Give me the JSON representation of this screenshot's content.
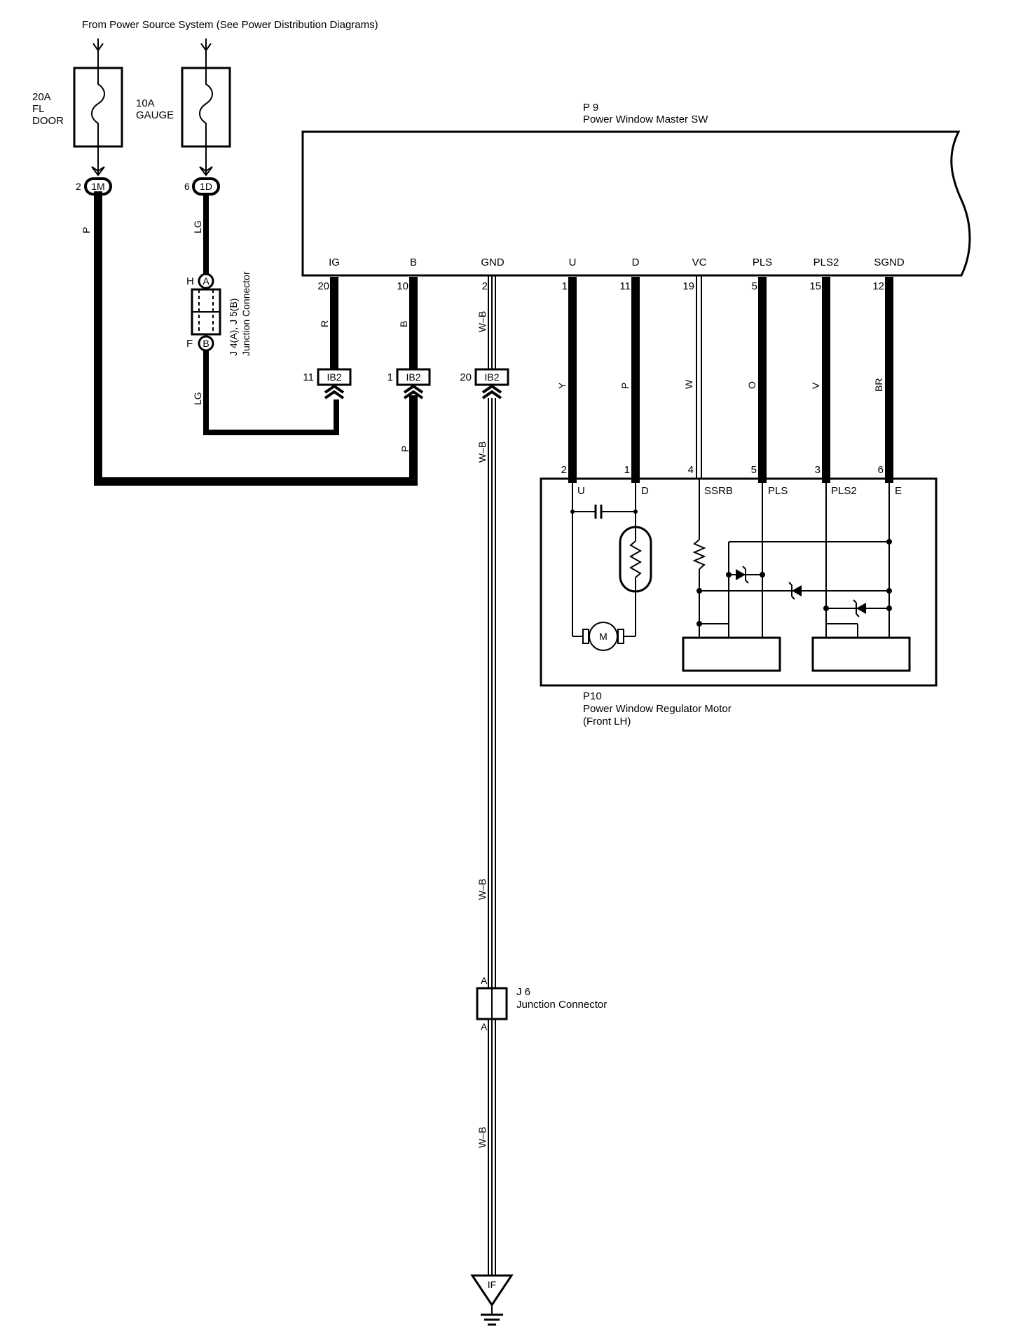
{
  "header": {
    "source_note": "From Power Source System (See Power Distribution Diagrams)"
  },
  "fuses": [
    {
      "rating": "20A",
      "name_lines": [
        "FL",
        "DOOR"
      ]
    },
    {
      "rating": "10A",
      "name_lines": [
        "GAUGE"
      ]
    }
  ],
  "connectors": {
    "c1m": {
      "id": "1M",
      "pin": "2"
    },
    "c1d": {
      "id": "1D",
      "pin": "6"
    },
    "ib2_ig": {
      "id": "IB2",
      "pin": "11"
    },
    "ib2_b": {
      "id": "IB2",
      "pin": "1"
    },
    "ib2_gnd": {
      "id": "IB2",
      "pin": "20"
    }
  },
  "junction_j4j5": {
    "label": "J 4(A), J 5(B)",
    "sublabel": "Junction Connector",
    "top_pin": "H",
    "top_conn": "A",
    "bottom_pin": "F",
    "bottom_conn": "B"
  },
  "master_switch": {
    "code": "P 9",
    "name": "Power Window Master SW",
    "terminals": [
      {
        "name": "IG",
        "pin": "20",
        "wire": "R"
      },
      {
        "name": "B",
        "pin": "10",
        "wire": "B"
      },
      {
        "name": "GND",
        "pin": "2",
        "wire": "W–B"
      },
      {
        "name": "U",
        "pin": "1",
        "wire": "Y"
      },
      {
        "name": "D",
        "pin": "11",
        "wire": "P"
      },
      {
        "name": "VC",
        "pin": "19",
        "wire": "W"
      },
      {
        "name": "PLS",
        "pin": "5",
        "wire": "O"
      },
      {
        "name": "PLS2",
        "pin": "15",
        "wire": "V"
      },
      {
        "name": "SGND",
        "pin": "12",
        "wire": "BR"
      }
    ]
  },
  "wires": {
    "fl_door_wire": "P",
    "gauge_wire_upper": "LG",
    "gauge_wire_lower": "LG",
    "b_lower_wire": "P",
    "gnd_wire_1": "W–B",
    "gnd_wire_2": "W–B",
    "gnd_wire_3": "W–B"
  },
  "motor": {
    "code": "P10",
    "name": "Power Window Regulator Motor",
    "position": "(Front LH)",
    "motor_symbol": "M",
    "terminals": [
      {
        "name": "U",
        "pin": "2"
      },
      {
        "name": "D",
        "pin": "1"
      },
      {
        "name": "SSRB",
        "pin": "4"
      },
      {
        "name": "PLS",
        "pin": "5"
      },
      {
        "name": "PLS2",
        "pin": "3"
      },
      {
        "name": "E",
        "pin": "6"
      }
    ]
  },
  "junction_j6": {
    "label": "J 6",
    "sublabel": "Junction Connector",
    "top_pin": "A",
    "bottom_pin": "A"
  },
  "ground": {
    "label": "IF"
  }
}
